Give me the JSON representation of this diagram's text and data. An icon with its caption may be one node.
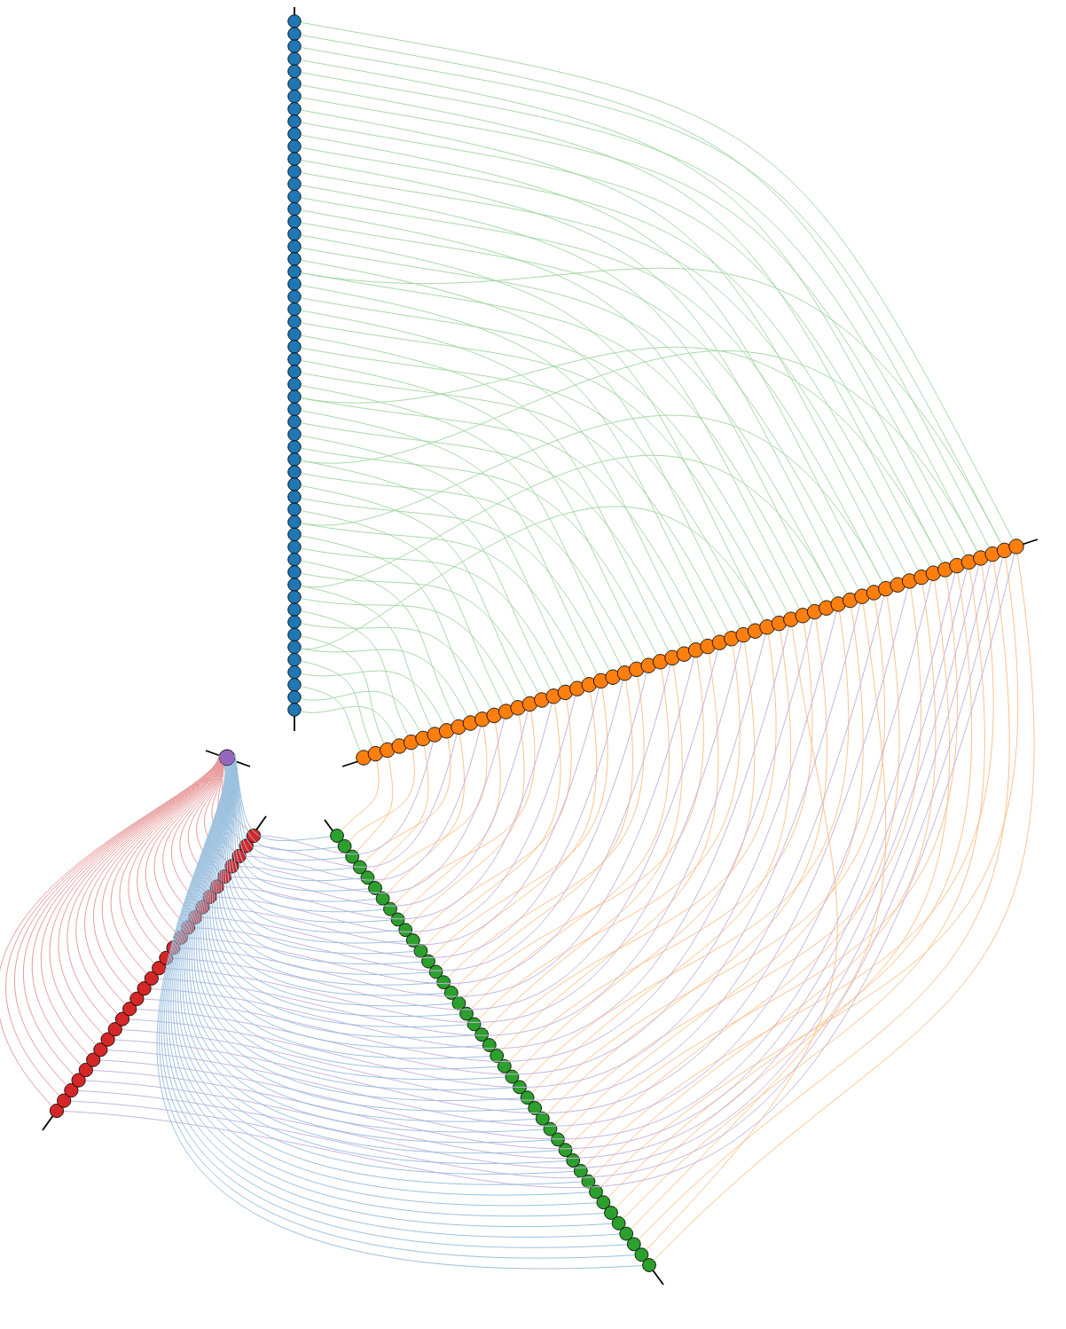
{
  "diagram": {
    "nodes": [
      {
        "text": [],
        "shape": "circle"
      },
      {
        "text": [],
        "shape": "circle"
      },
      {
        "text": [],
        "shape": "circle"
      },
      {
        "text": [],
        "shape": "circle"
      },
      {
        "text": [],
        "shape": "circle"
      },
      {
        "text": [],
        "shape": "circle"
      },
      {
        "text": [],
        "shape": "circle"
      },
      {
        "text": [],
        "shape": "circle"
      },
      {
        "text": [],
        "shape": "circle"
      },
      {
        "text": [],
        "shape": "circle"
      },
      {
        "text": [],
        "shape": "circle"
      },
      {
        "text": [],
        "shape": "circle"
      },
      {
        "text": [],
        "shape": "circle"
      },
      {
        "text": [],
        "shape": "circle"
      },
      {
        "text": [],
        "shape": "circle"
      },
      {
        "text": [],
        "shape": "circle"
      },
      {
        "text": [],
        "shape": "circle"
      },
      {
        "text": [],
        "shape": "circle"
      },
      {
        "text": [],
        "shape": "circle"
      },
      {
        "text": [],
        "shape": "circle"
      },
      {
        "text": [],
        "shape": "circle"
      },
      {
        "text": [],
        "shape": "circle"
      },
      {
        "text": [],
        "shape": "circle"
      },
      {
        "text": [],
        "shape": "circle"
      },
      {
        "text": [],
        "shape": "circle"
      },
      {
        "text": [],
        "shape": "circle"
      },
      {
        "text": [],
        "shape": "circle"
      },
      {
        "text": [],
        "shape": "circle"
      },
      {
        "text": [],
        "shape": "circle"
      },
      {
        "text": [],
        "shape": "circle"
      },
      {
        "text": [],
        "shape": "circle"
      },
      {
        "text": [],
        "shape": "circle"
      },
      {
        "text": [],
        "shape": "circle"
      },
      {
        "text": [],
        "shape": "circle"
      },
      {
        "text": [],
        "shape": "circle"
      },
      {
        "text": [],
        "shape": "circle"
      },
      {
        "text": [],
        "shape": "circle"
      },
      {
        "text": [],
        "shape": "circle"
      },
      {
        "text": [],
        "shape": "circle"
      },
      {
        "text": [],
        "shape": "circle"
      },
      {
        "text": [],
        "shape": "circle"
      },
      {
        "text": [],
        "shape": "circle"
      },
      {
        "text": [],
        "shape": "circle"
      },
      {
        "text": [],
        "shape": "circle"
      },
      {
        "text": [],
        "shape": "circle"
      },
      {
        "text": [],
        "shape": "circle"
      },
      {
        "text": [],
        "shape": "circle"
      },
      {
        "text": [],
        "shape": "circle"
      },
      {
        "text": [],
        "shape": "circle"
      },
      {
        "text": [],
        "shape": "circle"
      },
      {
        "text": [],
        "shape": "circle"
      },
      {
        "text": [],
        "shape": "circle"
      },
      {
        "text": [],
        "shape": "circle"
      },
      {
        "text": [],
        "shape": "circle"
      },
      {
        "text": [],
        "shape": "circle"
      },
      {
        "text": [],
        "shape": "circle"
      },
      {
        "text": [],
        "shape": "circle"
      },
      {
        "text": [],
        "shape": "circle"
      },
      {
        "text": [],
        "shape": "circle"
      },
      {
        "text": [],
        "shape": "circle"
      },
      {
        "text": [],
        "shape": "circle"
      },
      {
        "text": [],
        "shape": "circle"
      },
      {
        "text": [],
        "shape": "circle"
      },
      {
        "text": [],
        "shape": "circle"
      },
      {
        "text": [],
        "shape": "circle"
      },
      {
        "text": [],
        "shape": "circle"
      },
      {
        "text": [],
        "shape": "circle"
      },
      {
        "text": [],
        "shape": "circle"
      },
      {
        "text": [],
        "shape": "circle"
      },
      {
        "text": [],
        "shape": "circle"
      },
      {
        "text": [],
        "shape": "circle"
      },
      {
        "text": [],
        "shape": "circle"
      },
      {
        "text": [],
        "shape": "circle"
      },
      {
        "text": [],
        "shape": "circle"
      },
      {
        "text": [],
        "shape": "circle"
      },
      {
        "text": [],
        "shape": "circle"
      },
      {
        "text": [],
        "shape": "circle"
      },
      {
        "text": [],
        "shape": "circle"
      },
      {
        "text": [],
        "shape": "circle"
      },
      {
        "text": [],
        "shape": "circle"
      },
      {
        "text": [],
        "shape": "circle"
      },
      {
        "text": [],
        "shape": "circle"
      },
      {
        "text": [],
        "shape": "circle"
      },
      {
        "text": [],
        "shape": "circle"
      },
      {
        "text": [],
        "shape": "circle"
      },
      {
        "text": [],
        "shape": "circle"
      },
      {
        "text": [],
        "shape": "circle"
      },
      {
        "text": [],
        "shape": "circle"
      },
      {
        "text": [],
        "shape": "circle"
      },
      {
        "text": [],
        "shape": "circle"
      },
      {
        "text": [],
        "shape": "circle"
      },
      {
        "text": [],
        "shape": "circle"
      },
      {
        "text": [],
        "shape": "circle"
      },
      {
        "text": [],
        "shape": "circle"
      },
      {
        "text": [],
        "shape": "circle"
      },
      {
        "text": [],
        "shape": "circle"
      },
      {
        "text": [],
        "shape": "circle"
      },
      {
        "text": [],
        "shape": "circle"
      },
      {
        "text": [],
        "shape": "circle"
      },
      {
        "text": [],
        "shape": "circle"
      },
      {
        "text": [],
        "shape": "circle"
      },
      {
        "text": [],
        "shape": "circle"
      },
      {
        "text": [],
        "shape": "circle"
      },
      {
        "text": [],
        "shape": "circle"
      },
      {
        "text": [],
        "shape": "circle"
      },
      {
        "text": [],
        "shape": "circle"
      },
      {
        "text": [],
        "shape": "circle"
      },
      {
        "text": [],
        "shape": "circle"
      },
      {
        "text": [],
        "shape": "circle"
      },
      {
        "text": [],
        "shape": "circle"
      },
      {
        "text": [],
        "shape": "circle"
      },
      {
        "text": [],
        "shape": "circle"
      },
      {
        "text": [],
        "shape": "circle"
      },
      {
        "text": [],
        "shape": "circle"
      },
      {
        "text": [],
        "shape": "circle"
      },
      {
        "text": [],
        "shape": "circle"
      },
      {
        "text": [],
        "shape": "circle"
      },
      {
        "text": [],
        "shape": "circle"
      },
      {
        "text": [],
        "shape": "circle"
      },
      {
        "text": [],
        "shape": "circle"
      },
      {
        "text": [],
        "shape": "circle"
      },
      {
        "text": [],
        "shape": "circle"
      },
      {
        "text": [],
        "shape": "circle"
      },
      {
        "text": [],
        "shape": "circle"
      },
      {
        "text": [],
        "shape": "circle"
      },
      {
        "text": [],
        "shape": "circle"
      },
      {
        "text": [],
        "shape": "circle"
      },
      {
        "text": [],
        "shape": "circle"
      },
      {
        "text": [],
        "shape": "circle"
      },
      {
        "text": [],
        "shape": "circle"
      },
      {
        "text": [],
        "shape": "circle"
      },
      {
        "text": [],
        "shape": "circle"
      },
      {
        "text": [],
        "shape": "circle"
      },
      {
        "text": [],
        "shape": "circle"
      },
      {
        "text": [],
        "shape": "circle"
      },
      {
        "text": [],
        "shape": "circle"
      },
      {
        "text": [],
        "shape": "circle"
      },
      {
        "text": [],
        "shape": "circle"
      },
      {
        "text": [],
        "shape": "circle"
      },
      {
        "text": [],
        "shape": "circle"
      },
      {
        "text": [],
        "shape": "circle"
      },
      {
        "text": [],
        "shape": "circle"
      },
      {
        "text": [],
        "shape": "circle"
      },
      {
        "text": [],
        "shape": "circle"
      },
      {
        "text": [],
        "shape": "circle"
      },
      {
        "text": [],
        "shape": "circle"
      },
      {
        "text": [],
        "shape": "circle"
      },
      {
        "text": [],
        "shape": "circle"
      },
      {
        "text": [],
        "shape": "circle"
      },
      {
        "text": [],
        "shape": "circle"
      },
      {
        "text": [],
        "shape": "circle"
      },
      {
        "text": [],
        "shape": "circle"
      },
      {
        "text": [],
        "shape": "circle"
      },
      {
        "text": [],
        "shape": "circle"
      },
      {
        "text": [],
        "shape": "circle"
      },
      {
        "text": [],
        "shape": "circle"
      },
      {
        "text": [],
        "shape": "circle"
      },
      {
        "text": [],
        "shape": "circle"
      },
      {
        "text": [],
        "shape": "circle"
      },
      {
        "text": [],
        "shape": "circle"
      },
      {
        "text": [],
        "shape": "circle"
      },
      {
        "text": [],
        "shape": "circle"
      },
      {
        "text": [],
        "shape": "circle"
      },
      {
        "text": [],
        "shape": "circle"
      },
      {
        "text": [],
        "shape": "circle"
      },
      {
        "text": [],
        "shape": "circle"
      },
      {
        "text": [],
        "shape": "circle"
      },
      {
        "text": [],
        "shape": "circle"
      },
      {
        "text": [],
        "shape": "circle"
      },
      {
        "text": [],
        "shape": "circle"
      },
      {
        "text": [],
        "shape": "circle"
      },
      {
        "text": [],
        "shape": "circle"
      },
      {
        "text": [],
        "shape": "circle"
      },
      {
        "text": [],
        "shape": "circle"
      },
      {
        "text": [],
        "shape": "circle"
      },
      {
        "text": [],
        "shape": "circle"
      },
      {
        "text": [],
        "shape": "circle"
      },
      {
        "text": [],
        "shape": "circle"
      },
      {
        "text": [],
        "shape": "circle"
      },
      {
        "text": [],
        "shape": "circle"
      },
      {
        "text": [],
        "shape": "circle"
      },
      {
        "text": [],
        "shape": "circle"
      },
      {
        "text": [],
        "shape": "circle"
      }
    ],
    "edges": [
      {
        "from": 0,
        "to": 111,
        "arrow": "none"
      },
      {
        "from": 1,
        "to": 109,
        "arrow": "none"
      },
      {
        "from": 2,
        "to": 110,
        "arrow": "none"
      },
      {
        "from": 3,
        "to": 106,
        "arrow": "none"
      },
      {
        "from": 4,
        "to": 108,
        "arrow": "none"
      },
      {
        "from": 5,
        "to": 104,
        "arrow": "none"
      },
      {
        "from": 6,
        "to": 107,
        "arrow": "none"
      },
      {
        "from": 7,
        "to": 101,
        "arrow": "none"
      },
      {
        "from": 8,
        "to": 105,
        "arrow": "none"
      },
      {
        "from": 9,
        "to": 99,
        "arrow": "none"
      },
      {
        "from": 10,
        "to": 103,
        "arrow": "none"
      },
      {
        "from": 11,
        "to": 97,
        "arrow": "none"
      },
      {
        "from": 12,
        "to": 102,
        "arrow": "none"
      },
      {
        "from": 13,
        "to": 95,
        "arrow": "none"
      },
      {
        "from": 14,
        "to": 100,
        "arrow": "none"
      },
      {
        "from": 15,
        "to": 93,
        "arrow": "none"
      },
      {
        "from": 16,
        "to": 98,
        "arrow": "none"
      },
      {
        "from": 17,
        "to": 90,
        "arrow": "none"
      },
      {
        "from": 18,
        "to": 96,
        "arrow": "none"
      },
      {
        "from": 19,
        "to": 88,
        "arrow": "none"
      },
      {
        "from": 20,
        "to": 94,
        "arrow": "none"
      },
      {
        "from": 21,
        "to": 86,
        "arrow": "none"
      },
      {
        "from": 22,
        "to": 92,
        "arrow": "none"
      },
      {
        "from": 23,
        "to": 84,
        "arrow": "none"
      },
      {
        "from": 24,
        "to": 91,
        "arrow": "none"
      },
      {
        "from": 25,
        "to": 82,
        "arrow": "none"
      },
      {
        "from": 26,
        "to": 89,
        "arrow": "none"
      },
      {
        "from": 27,
        "to": 80,
        "arrow": "none"
      },
      {
        "from": 28,
        "to": 87,
        "arrow": "none"
      },
      {
        "from": 29,
        "to": 78,
        "arrow": "none"
      },
      {
        "from": 30,
        "to": 85,
        "arrow": "none"
      },
      {
        "from": 31,
        "to": 76,
        "arrow": "none"
      },
      {
        "from": 32,
        "to": 83,
        "arrow": "none"
      },
      {
        "from": 33,
        "to": 74,
        "arrow": "none"
      },
      {
        "from": 34,
        "to": 81,
        "arrow": "none"
      },
      {
        "from": 35,
        "to": 72,
        "arrow": "none"
      },
      {
        "from": 36,
        "to": 79,
        "arrow": "none"
      },
      {
        "from": 37,
        "to": 70,
        "arrow": "none"
      },
      {
        "from": 38,
        "to": 77,
        "arrow": "none"
      },
      {
        "from": 39,
        "to": 68,
        "arrow": "none"
      },
      {
        "from": 40,
        "to": 75,
        "arrow": "none"
      },
      {
        "from": 41,
        "to": 66,
        "arrow": "none"
      },
      {
        "from": 42,
        "to": 73,
        "arrow": "none"
      },
      {
        "from": 43,
        "to": 64,
        "arrow": "none"
      },
      {
        "from": 44,
        "to": 71,
        "arrow": "none"
      },
      {
        "from": 45,
        "to": 62,
        "arrow": "none"
      },
      {
        "from": 46,
        "to": 69,
        "arrow": "none"
      },
      {
        "from": 47,
        "to": 60,
        "arrow": "none"
      },
      {
        "from": 48,
        "to": 67,
        "arrow": "none"
      },
      {
        "from": 49,
        "to": 58,
        "arrow": "none"
      },
      {
        "from": 50,
        "to": 65,
        "arrow": "none"
      },
      {
        "from": 51,
        "to": 57,
        "arrow": "none"
      },
      {
        "from": 52,
        "to": 63,
        "arrow": "none"
      },
      {
        "from": 53,
        "to": 56,
        "arrow": "none"
      },
      {
        "from": 54,
        "to": 61,
        "arrow": "none"
      },
      {
        "from": 55,
        "to": 59,
        "arrow": "none"
      },
      {
        "from": 20,
        "to": 110,
        "arrow": "none"
      },
      {
        "from": 30,
        "to": 105,
        "arrow": "none"
      },
      {
        "from": 35,
        "to": 108,
        "arrow": "none"
      },
      {
        "from": 40,
        "to": 100,
        "arrow": "none"
      },
      {
        "from": 45,
        "to": 96,
        "arrow": "none"
      },
      {
        "from": 50,
        "to": 90,
        "arrow": "none"
      },
      {
        "from": 57,
        "to": 141,
        "arrow": "none",
        "color": "#ffc08a"
      },
      {
        "from": 58,
        "to": 143,
        "arrow": "none",
        "color": "#ffc08a"
      },
      {
        "from": 60,
        "to": 142,
        "arrow": "none",
        "color": "#ffc08a"
      },
      {
        "from": 61,
        "to": 145,
        "arrow": "none",
        "color": "#ffc08a"
      },
      {
        "from": 63,
        "to": 144,
        "arrow": "none",
        "color": "#ffc08a"
      },
      {
        "from": 64,
        "to": 147,
        "arrow": "none",
        "color": "#ffc08a"
      },
      {
        "from": 66,
        "to": 146,
        "arrow": "none",
        "color": "#ffc08a"
      },
      {
        "from": 67,
        "to": 149,
        "arrow": "none",
        "color": "#ffc08a"
      },
      {
        "from": 69,
        "to": 150,
        "arrow": "none",
        "color": "#ffc08a"
      },
      {
        "from": 70,
        "to": 148,
        "arrow": "none",
        "color": "#ffc08a"
      },
      {
        "from": 72,
        "to": 152,
        "arrow": "none",
        "color": "#ffc08a"
      },
      {
        "from": 73,
        "to": 151,
        "arrow": "none",
        "color": "#ffc08a"
      },
      {
        "from": 75,
        "to": 154,
        "arrow": "none",
        "color": "#ffc08a"
      },
      {
        "from": 76,
        "to": 153,
        "arrow": "none",
        "color": "#ffc08a"
      },
      {
        "from": 78,
        "to": 156,
        "arrow": "none",
        "color": "#ffc08a"
      },
      {
        "from": 79,
        "to": 155,
        "arrow": "none",
        "color": "#ffc08a"
      },
      {
        "from": 81,
        "to": 158,
        "arrow": "none",
        "color": "#ffc08a"
      },
      {
        "from": 82,
        "to": 160,
        "arrow": "none",
        "color": "#ffc08a"
      },
      {
        "from": 84,
        "to": 157,
        "arrow": "none",
        "color": "#ffc08a"
      },
      {
        "from": 85,
        "to": 162,
        "arrow": "none",
        "color": "#ffc08a"
      },
      {
        "from": 87,
        "to": 159,
        "arrow": "none",
        "color": "#ffc08a"
      },
      {
        "from": 88,
        "to": 164,
        "arrow": "none",
        "color": "#ffc08a"
      },
      {
        "from": 90,
        "to": 161,
        "arrow": "none",
        "color": "#ffc08a"
      },
      {
        "from": 91,
        "to": 166,
        "arrow": "none",
        "color": "#ffc08a"
      },
      {
        "from": 93,
        "to": 163,
        "arrow": "none",
        "color": "#ffc08a"
      },
      {
        "from": 94,
        "to": 168,
        "arrow": "none",
        "color": "#ffc08a"
      },
      {
        "from": 96,
        "to": 165,
        "arrow": "none",
        "color": "#ffc08a"
      },
      {
        "from": 97,
        "to": 170,
        "arrow": "none",
        "color": "#ffc08a"
      },
      {
        "from": 99,
        "to": 167,
        "arrow": "none",
        "color": "#ffc08a"
      },
      {
        "from": 100,
        "to": 172,
        "arrow": "none",
        "color": "#ffc08a"
      },
      {
        "from": 102,
        "to": 169,
        "arrow": "none",
        "color": "#ffc08a"
      },
      {
        "from": 103,
        "to": 174,
        "arrow": "none",
        "color": "#ffc08a"
      },
      {
        "from": 105,
        "to": 171,
        "arrow": "none",
        "color": "#ffc08a"
      },
      {
        "from": 106,
        "to": 176,
        "arrow": "none",
        "color": "#ffc08a"
      },
      {
        "from": 107,
        "to": 178,
        "arrow": "none",
        "color": "#ffc08a"
      },
      {
        "from": 108,
        "to": 173,
        "arrow": "none",
        "color": "#ffc08a"
      },
      {
        "from": 109,
        "to": 180,
        "arrow": "none",
        "color": "#ffc08a"
      },
      {
        "from": 110,
        "to": 175,
        "arrow": "none",
        "color": "#ffc08a"
      },
      {
        "from": 111,
        "to": 182,
        "arrow": "none",
        "color": "#ffc08a"
      },
      {
        "from": 104,
        "to": 177,
        "arrow": "none",
        "color": "#ffc08a"
      },
      {
        "from": 98,
        "to": 179,
        "arrow": "none",
        "color": "#ffc08a"
      },
      {
        "from": 92,
        "to": 181,
        "arrow": "none",
        "color": "#ffc08a"
      },
      {
        "from": 111,
        "to": 113,
        "arrow": "none",
        "color": "#c5b3de"
      },
      {
        "from": 110,
        "to": 114,
        "arrow": "none",
        "color": "#c5b3de"
      },
      {
        "from": 109,
        "to": 115,
        "arrow": "none",
        "color": "#c5b3de"
      },
      {
        "from": 108,
        "to": 116,
        "arrow": "none",
        "color": "#c5b3de"
      },
      {
        "from": 107,
        "to": 117,
        "arrow": "none",
        "color": "#c5b3de"
      },
      {
        "from": 106,
        "to": 118,
        "arrow": "none",
        "color": "#c5b3de"
      },
      {
        "from": 104,
        "to": 119,
        "arrow": "none",
        "color": "#c5b3de"
      },
      {
        "from": 102,
        "to": 120,
        "arrow": "none",
        "color": "#c5b3de"
      },
      {
        "from": 100,
        "to": 121,
        "arrow": "none",
        "color": "#c5b3de"
      },
      {
        "from": 98,
        "to": 122,
        "arrow": "none",
        "color": "#c5b3de"
      },
      {
        "from": 96,
        "to": 123,
        "arrow": "none",
        "color": "#c5b3de"
      },
      {
        "from": 94,
        "to": 124,
        "arrow": "none",
        "color": "#c5b3de"
      },
      {
        "from": 92,
        "to": 125,
        "arrow": "none",
        "color": "#c5b3de"
      },
      {
        "from": 90,
        "to": 126,
        "arrow": "none",
        "color": "#c5b3de"
      },
      {
        "from": 88,
        "to": 127,
        "arrow": "none",
        "color": "#c5b3de"
      },
      {
        "from": 86,
        "to": 128,
        "arrow": "none",
        "color": "#c5b3de"
      },
      {
        "from": 84,
        "to": 129,
        "arrow": "none",
        "color": "#c5b3de"
      },
      {
        "from": 82,
        "to": 130,
        "arrow": "none",
        "color": "#c5b3de"
      },
      {
        "from": 80,
        "to": 131,
        "arrow": "none",
        "color": "#c5b3de"
      },
      {
        "from": 78,
        "to": 132,
        "arrow": "none",
        "color": "#c5b3de"
      },
      {
        "from": 76,
        "to": 133,
        "arrow": "none",
        "color": "#c5b3de"
      },
      {
        "from": 74,
        "to": 134,
        "arrow": "none",
        "color": "#c5b3de"
      },
      {
        "from": 72,
        "to": 135,
        "arrow": "none",
        "color": "#c5b3de"
      },
      {
        "from": 70,
        "to": 136,
        "arrow": "none",
        "color": "#c5b3de"
      },
      {
        "from": 68,
        "to": 137,
        "arrow": "none",
        "color": "#c5b3de"
      },
      {
        "from": 66,
        "to": 138,
        "arrow": "none",
        "color": "#c5b3de"
      },
      {
        "from": 64,
        "to": 139,
        "arrow": "none",
        "color": "#c5b3de"
      },
      {
        "from": 62,
        "to": 140,
        "arrow": "none",
        "color": "#c5b3de"
      },
      {
        "from": 112,
        "to": 113,
        "arrow": "none",
        "color": "#e89a9a"
      },
      {
        "from": 112,
        "to": 114,
        "arrow": "none",
        "color": "#e89a9a"
      },
      {
        "from": 112,
        "to": 115,
        "arrow": "none",
        "color": "#e89a9a"
      },
      {
        "from": 112,
        "to": 116,
        "arrow": "none",
        "color": "#e89a9a"
      },
      {
        "from": 112,
        "to": 117,
        "arrow": "none",
        "color": "#e89a9a"
      },
      {
        "from": 112,
        "to": 118,
        "arrow": "none",
        "color": "#e89a9a"
      },
      {
        "from": 112,
        "to": 119,
        "arrow": "none",
        "color": "#e89a9a"
      },
      {
        "from": 112,
        "to": 120,
        "arrow": "none",
        "color": "#e89a9a"
      },
      {
        "from": 112,
        "to": 121,
        "arrow": "none",
        "color": "#e89a9a"
      },
      {
        "from": 112,
        "to": 122,
        "arrow": "none",
        "color": "#e89a9a"
      },
      {
        "from": 112,
        "to": 123,
        "arrow": "none",
        "color": "#e89a9a"
      },
      {
        "from": 112,
        "to": 124,
        "arrow": "none",
        "color": "#e89a9a"
      },
      {
        "from": 112,
        "to": 125,
        "arrow": "none",
        "color": "#e89a9a"
      },
      {
        "from": 112,
        "to": 126,
        "arrow": "none",
        "color": "#e89a9a"
      },
      {
        "from": 112,
        "to": 127,
        "arrow": "none",
        "color": "#e89a9a"
      },
      {
        "from": 112,
        "to": 128,
        "arrow": "none",
        "color": "#e89a9a"
      },
      {
        "from": 112,
        "to": 129,
        "arrow": "none",
        "color": "#e89a9a"
      },
      {
        "from": 112,
        "to": 130,
        "arrow": "none",
        "color": "#e89a9a"
      },
      {
        "from": 112,
        "to": 131,
        "arrow": "none",
        "color": "#e89a9a"
      },
      {
        "from": 112,
        "to": 132,
        "arrow": "none",
        "color": "#e89a9a"
      },
      {
        "from": 112,
        "to": 133,
        "arrow": "none",
        "color": "#e89a9a"
      },
      {
        "from": 112,
        "to": 134,
        "arrow": "none",
        "color": "#e89a9a"
      },
      {
        "from": 112,
        "to": 135,
        "arrow": "none",
        "color": "#e89a9a"
      },
      {
        "from": 112,
        "to": 136,
        "arrow": "none",
        "color": "#e89a9a"
      },
      {
        "from": 112,
        "to": 137,
        "arrow": "none",
        "color": "#e89a9a"
      },
      {
        "from": 112,
        "to": 138,
        "arrow": "none",
        "color": "#e89a9a"
      },
      {
        "from": 112,
        "to": 139,
        "arrow": "none",
        "color": "#e89a9a"
      },
      {
        "from": 112,
        "to": 140,
        "arrow": "none",
        "color": "#e89a9a"
      },
      {
        "from": 112,
        "to": 141,
        "arrow": "none",
        "color": "#9ac0de"
      },
      {
        "from": 112,
        "to": 142,
        "arrow": "none",
        "color": "#9ac0de"
      },
      {
        "from": 112,
        "to": 143,
        "arrow": "none",
        "color": "#9ac0de"
      },
      {
        "from": 112,
        "to": 144,
        "arrow": "none",
        "color": "#9ac0de"
      },
      {
        "from": 112,
        "to": 145,
        "arrow": "none",
        "color": "#9ac0de"
      },
      {
        "from": 112,
        "to": 146,
        "arrow": "none",
        "color": "#9ac0de"
      },
      {
        "from": 112,
        "to": 147,
        "arrow": "none",
        "color": "#9ac0de"
      },
      {
        "from": 112,
        "to": 148,
        "arrow": "none",
        "color": "#9ac0de"
      },
      {
        "from": 112,
        "to": 149,
        "arrow": "none",
        "color": "#9ac0de"
      },
      {
        "from": 112,
        "to": 150,
        "arrow": "none",
        "color": "#9ac0de"
      },
      {
        "from": 112,
        "to": 151,
        "arrow": "none",
        "color": "#9ac0de"
      },
      {
        "from": 112,
        "to": 152,
        "arrow": "none",
        "color": "#9ac0de"
      },
      {
        "from": 112,
        "to": 153,
        "arrow": "none",
        "color": "#9ac0de"
      },
      {
        "from": 112,
        "to": 154,
        "arrow": "none",
        "color": "#9ac0de"
      },
      {
        "from": 112,
        "to": 155,
        "arrow": "none",
        "color": "#9ac0de"
      },
      {
        "from": 112,
        "to": 156,
        "arrow": "none",
        "color": "#9ac0de"
      },
      {
        "from": 112,
        "to": 157,
        "arrow": "none",
        "color": "#9ac0de"
      },
      {
        "from": 112,
        "to": 158,
        "arrow": "none",
        "color": "#9ac0de"
      },
      {
        "from": 112,
        "to": 159,
        "arrow": "none",
        "color": "#9ac0de"
      },
      {
        "from": 112,
        "to": 160,
        "arrow": "none",
        "color": "#9ac0de"
      },
      {
        "from": 112,
        "to": 161,
        "arrow": "none",
        "color": "#9ac0de"
      },
      {
        "from": 112,
        "to": 162,
        "arrow": "none",
        "color": "#9ac0de"
      },
      {
        "from": 112,
        "to": 163,
        "arrow": "none",
        "color": "#9ac0de"
      },
      {
        "from": 112,
        "to": 164,
        "arrow": "none",
        "color": "#9ac0de"
      },
      {
        "from": 112,
        "to": 165,
        "arrow": "none",
        "color": "#9ac0de"
      },
      {
        "from": 112,
        "to": 166,
        "arrow": "none",
        "color": "#9ac0de"
      },
      {
        "from": 112,
        "to": 167,
        "arrow": "none",
        "color": "#9ac0de"
      },
      {
        "from": 112,
        "to": 168,
        "arrow": "none",
        "color": "#9ac0de"
      },
      {
        "from": 112,
        "to": 169,
        "arrow": "none",
        "color": "#9ac0de"
      },
      {
        "from": 112,
        "to": 170,
        "arrow": "none",
        "color": "#9ac0de"
      },
      {
        "from": 112,
        "to": 171,
        "arrow": "none",
        "color": "#9ac0de"
      },
      {
        "from": 112,
        "to": 172,
        "arrow": "none",
        "color": "#9ac0de"
      },
      {
        "from": 112,
        "to": 173,
        "arrow": "none",
        "color": "#9ac0de"
      },
      {
        "from": 112,
        "to": 174,
        "arrow": "none",
        "color": "#9ac0de"
      },
      {
        "from": 112,
        "to": 175,
        "arrow": "none",
        "color": "#9ac0de"
      },
      {
        "from": 112,
        "to": 176,
        "arrow": "none",
        "color": "#9ac0de"
      },
      {
        "from": 112,
        "to": 177,
        "arrow": "none",
        "color": "#9ac0de"
      },
      {
        "from": 112,
        "to": 178,
        "arrow": "none",
        "color": "#9ac0de"
      },
      {
        "from": 112,
        "to": 179,
        "arrow": "none",
        "color": "#9ac0de"
      },
      {
        "from": 112,
        "to": 180,
        "arrow": "none",
        "color": "#9ac0de"
      },
      {
        "from": 112,
        "to": 181,
        "arrow": "none",
        "color": "#9ac0de"
      },
      {
        "from": 112,
        "to": 182,
        "arrow": "none",
        "color": "#9ac0de"
      }
    ]
  }
}
